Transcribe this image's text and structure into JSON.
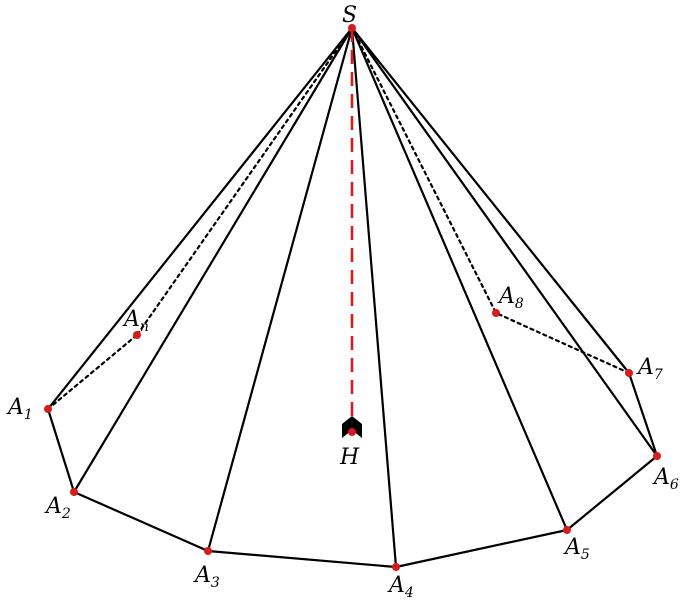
{
  "colors": {
    "edge": "#000000",
    "vertex": "#d81b1b",
    "height_line": "#d81b1b",
    "background": "#ffffff"
  },
  "apex": {
    "name": "S",
    "label": "S"
  },
  "foot": {
    "name": "H",
    "label": "H"
  },
  "base_vertices": [
    {
      "name": "A1",
      "label": "A",
      "sub": "1"
    },
    {
      "name": "A2",
      "label": "A",
      "sub": "2"
    },
    {
      "name": "A3",
      "label": "A",
      "sub": "3"
    },
    {
      "name": "A4",
      "label": "A",
      "sub": "4"
    },
    {
      "name": "A5",
      "label": "A",
      "sub": "5"
    },
    {
      "name": "A6",
      "label": "A",
      "sub": "6"
    },
    {
      "name": "A7",
      "label": "A",
      "sub": "7"
    },
    {
      "name": "A8",
      "label": "A",
      "sub": "8"
    },
    {
      "name": "An",
      "label": "A",
      "sub": "n"
    }
  ],
  "lateral_edges": [
    {
      "to": "A1",
      "style": "solid"
    },
    {
      "to": "A2",
      "style": "solid"
    },
    {
      "to": "A3",
      "style": "solid"
    },
    {
      "to": "A4",
      "style": "solid"
    },
    {
      "to": "A5",
      "style": "solid"
    },
    {
      "to": "A6",
      "style": "solid"
    },
    {
      "to": "A7",
      "style": "solid"
    },
    {
      "to": "A8",
      "style": "dotted"
    },
    {
      "to": "An",
      "style": "dotted"
    }
  ],
  "base_edges": [
    {
      "from": "A1",
      "to": "A2",
      "style": "solid"
    },
    {
      "from": "A2",
      "to": "A3",
      "style": "solid"
    },
    {
      "from": "A3",
      "to": "A4",
      "style": "solid"
    },
    {
      "from": "A4",
      "to": "A5",
      "style": "solid"
    },
    {
      "from": "A5",
      "to": "A6",
      "style": "solid"
    },
    {
      "from": "A6",
      "to": "A7",
      "style": "solid"
    },
    {
      "from": "A7",
      "to": "A8",
      "style": "dotted"
    },
    {
      "from": "A1",
      "to": "An",
      "style": "dotted"
    }
  ],
  "height": {
    "from": "S",
    "to": "H",
    "style": "dashed"
  }
}
